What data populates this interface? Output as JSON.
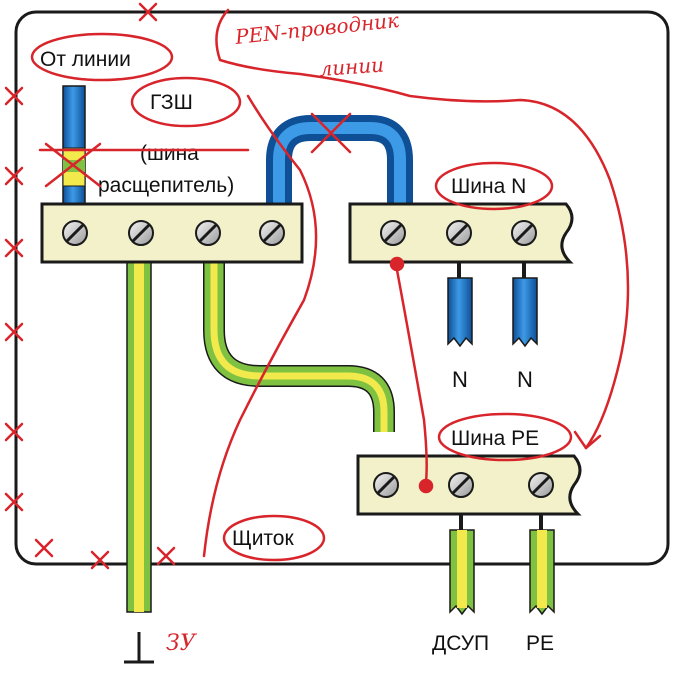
{
  "labels": {
    "from_line": "От линии",
    "gzsh": "ГЗШ",
    "splitter_1": "(шина",
    "splitter_2": "расщепитель)",
    "bus_n": "Шина N",
    "bus_pe": "Шина PE",
    "panel": "Щиток",
    "n_left": "N",
    "n_right": "N",
    "dsup": "ДСУП",
    "pe_out": "PE"
  },
  "annotations": {
    "pen_line_1": "PEN-проводник",
    "pen_line_2": "линии",
    "ground_mark": "ЗУ"
  },
  "colors": {
    "bar_fill": "#f3f1c9",
    "screw_fill": "#d9d9d9",
    "wire_blue": "#1f78c8",
    "wire_green": "#7fc241",
    "wire_yellow": "#f2ea4c",
    "annotation_red": "#d8252b",
    "outline": "#1a1a1a"
  }
}
